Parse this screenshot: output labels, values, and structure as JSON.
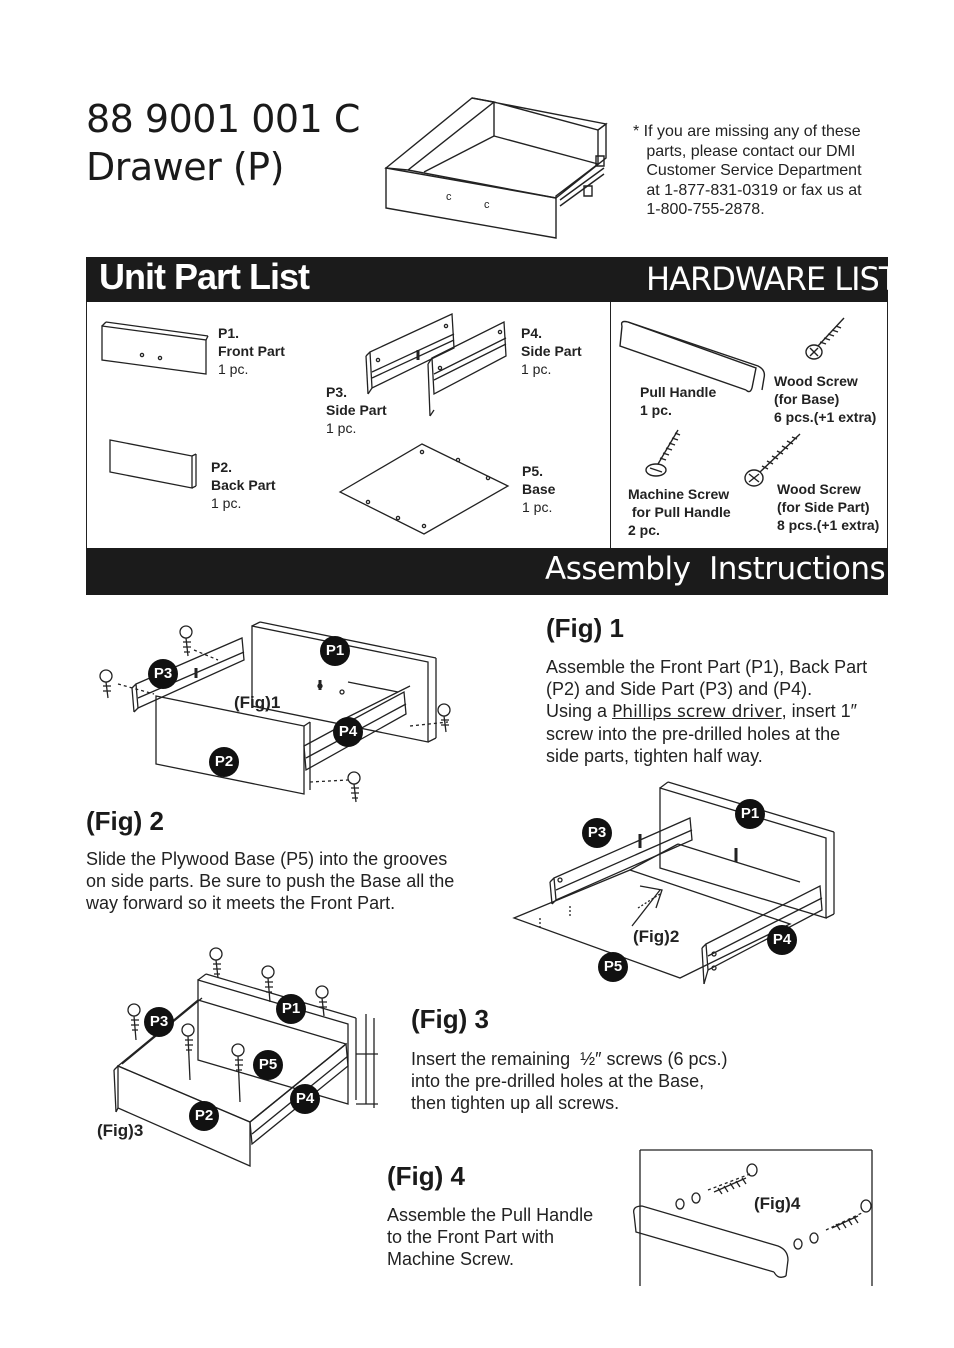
{
  "header": {
    "model_number": "88 9001 001 C",
    "product_name": "Drawer (P)",
    "contact_note": "* If you are missing any of these\n   parts, please contact our DMI\n   Customer Service Department\n   at 1-877-831-0319 or fax us at\n   1-800-755-2878."
  },
  "unit_part_list": {
    "title": "Unit Part List",
    "parts": [
      {
        "id": "P1.",
        "name": "Front Part",
        "qty": "1 pc."
      },
      {
        "id": "P2.",
        "name": "Back Part",
        "qty": "1 pc."
      },
      {
        "id": "P3.",
        "name": "Side Part",
        "qty": "1 pc."
      },
      {
        "id": "P4.",
        "name": "Side Part",
        "qty": "1 pc."
      },
      {
        "id": "P5.",
        "name": "Base",
        "qty": "1 pc."
      }
    ]
  },
  "hardware_list": {
    "title": "HARDWARE LIST",
    "items": [
      {
        "name": "Pull Handle",
        "qty": "1 pc."
      },
      {
        "name": "Wood Screw",
        "detail": "(for Base)",
        "qty": "6  pcs.(+1 extra)"
      },
      {
        "name": "Machine Screw",
        "detail": " for Pull Handle",
        "qty": "2 pc."
      },
      {
        "name": "Wood Screw",
        "detail": "(for Side Part)",
        "qty": "8 pcs.(+1 extra)"
      }
    ]
  },
  "assembly": {
    "title": "Assembly  Instructions",
    "steps": [
      {
        "heading": "(Fig) 1",
        "lines": [
          "Assemble the Front Part (P1), Back Part",
          "(P2) and Side Part (P3) and (P4)."
        ],
        "line3_prefix": "Using a ",
        "tool": "Phillips screw driver",
        "line3_suffix": ", insert 1″",
        "lines_after": [
          "screw into the pre-drilled holes at the",
          "side parts, tighten half way."
        ],
        "figure_tag": "(Fig)1"
      },
      {
        "heading": "(Fig) 2",
        "lines": [
          "Slide the Plywood Base (P5) into the grooves",
          "on side parts. Be sure to push the Base all the",
          "way forward so it meets the Front Part."
        ],
        "figure_tag": "(Fig)2"
      },
      {
        "heading": "(Fig) 3",
        "lines": [
          "Insert the remaining  ½″ screws (6 pcs.)",
          "into the pre-drilled holes at the Base,",
          "then tighten up all screws."
        ],
        "figure_tag": "(Fig)3"
      },
      {
        "heading": "(Fig) 4",
        "lines": [
          "Assemble the Pull Handle",
          "to the Front Part with",
          "Machine Screw."
        ],
        "figure_tag": "(Fig)4"
      }
    ],
    "badges": {
      "p1": "P1",
      "p2": "P2",
      "p3": "P3",
      "p4": "P4",
      "p5": "P5"
    }
  }
}
